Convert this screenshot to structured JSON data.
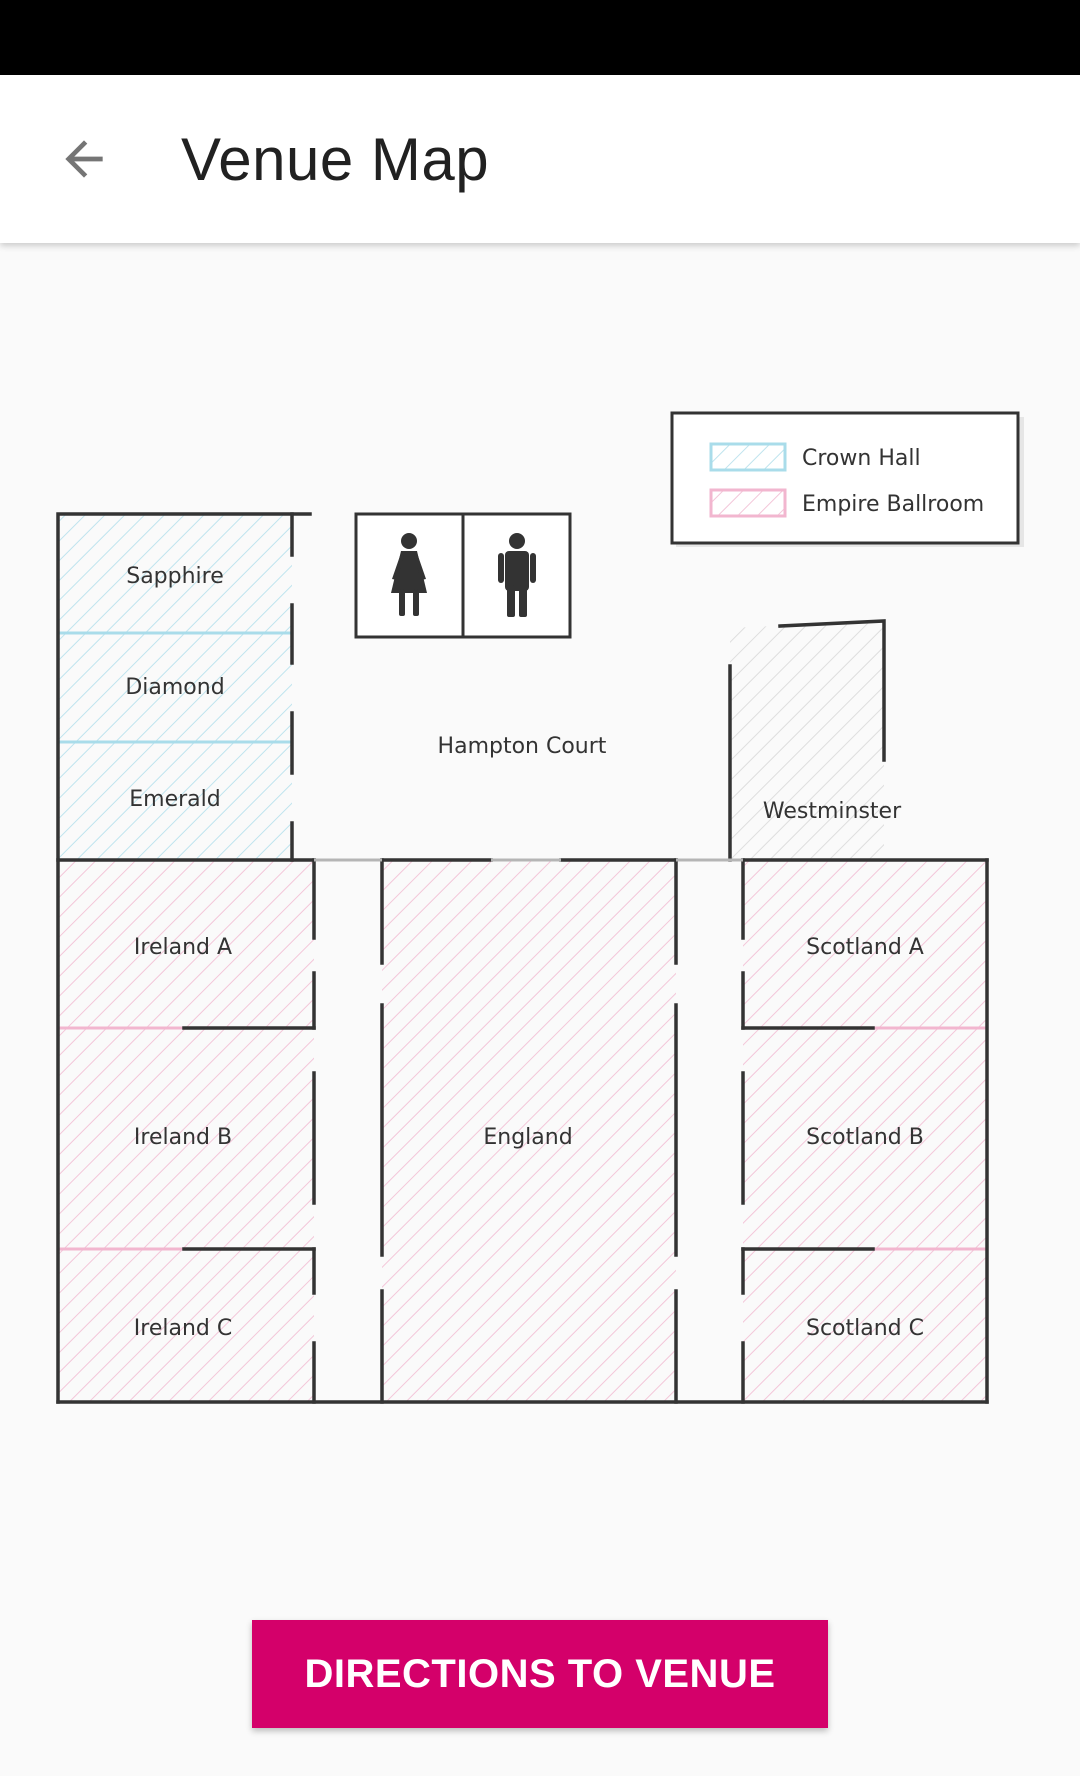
{
  "app_bar": {
    "title": "Venue Map",
    "back_icon": "arrow-left-icon"
  },
  "legend": {
    "items": [
      {
        "label": "Crown Hall",
        "color": "#a9dcea"
      },
      {
        "label": "Empire Ballroom",
        "color": "#f2b6cf"
      }
    ]
  },
  "restrooms": {
    "icons": [
      "woman-icon",
      "man-icon"
    ]
  },
  "rooms": {
    "sapphire": "Sapphire",
    "diamond": "Diamond",
    "emerald": "Emerald",
    "hampton_court": "Hampton Court",
    "westminster": "Westminster",
    "ireland_a": "Ireland A",
    "ireland_b": "Ireland B",
    "ireland_c": "Ireland C",
    "england": "England",
    "scotland_a": "Scotland A",
    "scotland_b": "Scotland B",
    "scotland_c": "Scotland C"
  },
  "colors": {
    "wall": "#333333",
    "accent": "#d4006a"
  },
  "directions_button": {
    "label": "DIRECTIONS TO VENUE"
  }
}
